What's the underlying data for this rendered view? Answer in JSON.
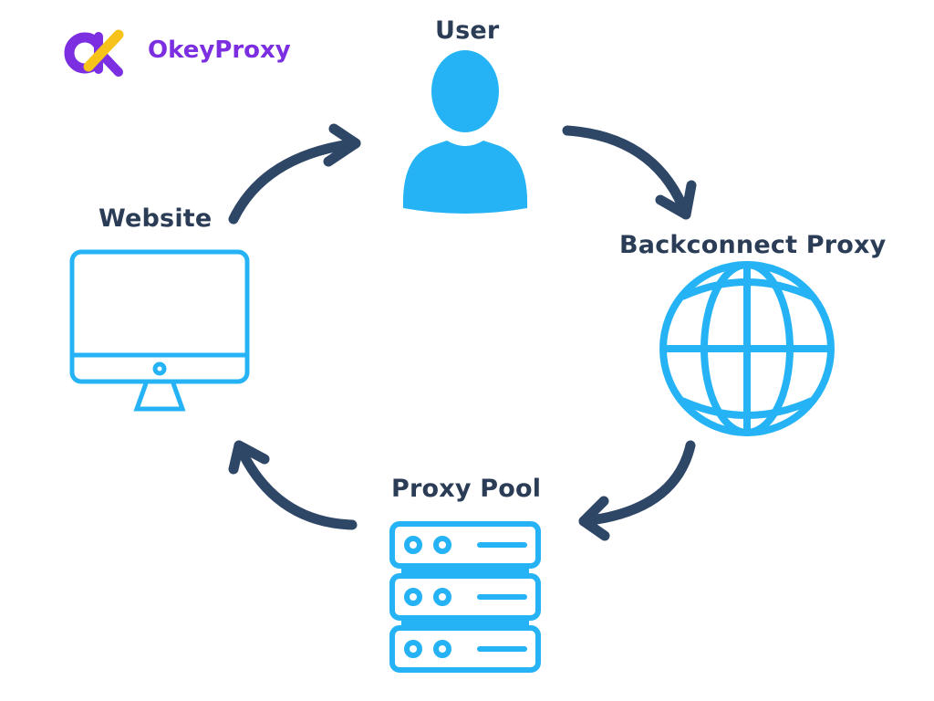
{
  "brand": {
    "name": "OkeyProxy",
    "logo_icon": "ok-logo-icon",
    "colors": {
      "purple": "#7b2fe0",
      "yellow": "#f7c31b"
    }
  },
  "colors": {
    "icon_blue": "#25b3f5",
    "label_navy": "#2b3d56",
    "arrow_navy": "#2f4766"
  },
  "nodes": {
    "user": {
      "label": "User",
      "icon": "user-icon"
    },
    "backconnect": {
      "label": "Backconnect Proxy",
      "icon": "globe-icon"
    },
    "pool": {
      "label": "Proxy Pool",
      "icon": "server-stack-icon"
    },
    "website": {
      "label": "Website",
      "icon": "monitor-icon"
    }
  },
  "flow": [
    {
      "from": "User",
      "to": "Backconnect Proxy"
    },
    {
      "from": "Backconnect Proxy",
      "to": "Proxy Pool"
    },
    {
      "from": "Proxy Pool",
      "to": "Website"
    },
    {
      "from": "Website",
      "to": "User"
    }
  ]
}
